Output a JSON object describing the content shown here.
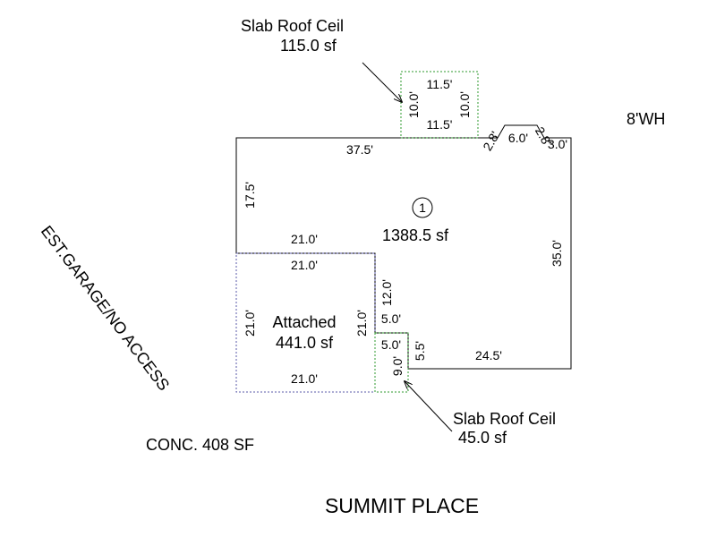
{
  "colors": {
    "wall": "#000000",
    "slab_outline": "#2e9a2e",
    "garage_outline": "#5a5aa8",
    "text": "#000000",
    "background": "#ffffff"
  },
  "labels": {
    "slab_top_title": "Slab Roof Ceil",
    "slab_top_area": "115.0 sf",
    "slab_bottom_title": "Slab Roof Ceil",
    "slab_bottom_area": "45.0 sf",
    "wall_height": "8'WH",
    "garage_note": "EST.GARAGE/NO ACCESS",
    "main_area": "1388.5 sf",
    "main_marker": "1",
    "garage_title": "Attached",
    "garage_area": "441.0 sf",
    "conc_note": "CONC. 408 SF",
    "street": "SUMMIT PLACE"
  },
  "dimensions": {
    "top_slab_top": "11.5'",
    "top_slab_bottom": "11.5'",
    "top_slab_left": "10.0'",
    "top_slab_right": "10.0'",
    "main_top": "37.5'",
    "bay_left": "2.8'",
    "bay_front": "6.0'",
    "bay_right": "2.8'",
    "main_right_stub": "3.0'",
    "main_left": "17.5'",
    "main_right": "35.0'",
    "main_bottom_left": "21.0'",
    "main_inner_vertical": "12.0'",
    "main_inner_horizontal": "5.0'",
    "main_step": "5.5'",
    "main_bottom": "24.5'",
    "garage_top": "21.0'",
    "garage_left": "21.0'",
    "garage_right": "21.0'",
    "garage_bottom": "21.0'",
    "bottom_slab_top": "5.0'",
    "bottom_slab_left": "9.0'"
  }
}
